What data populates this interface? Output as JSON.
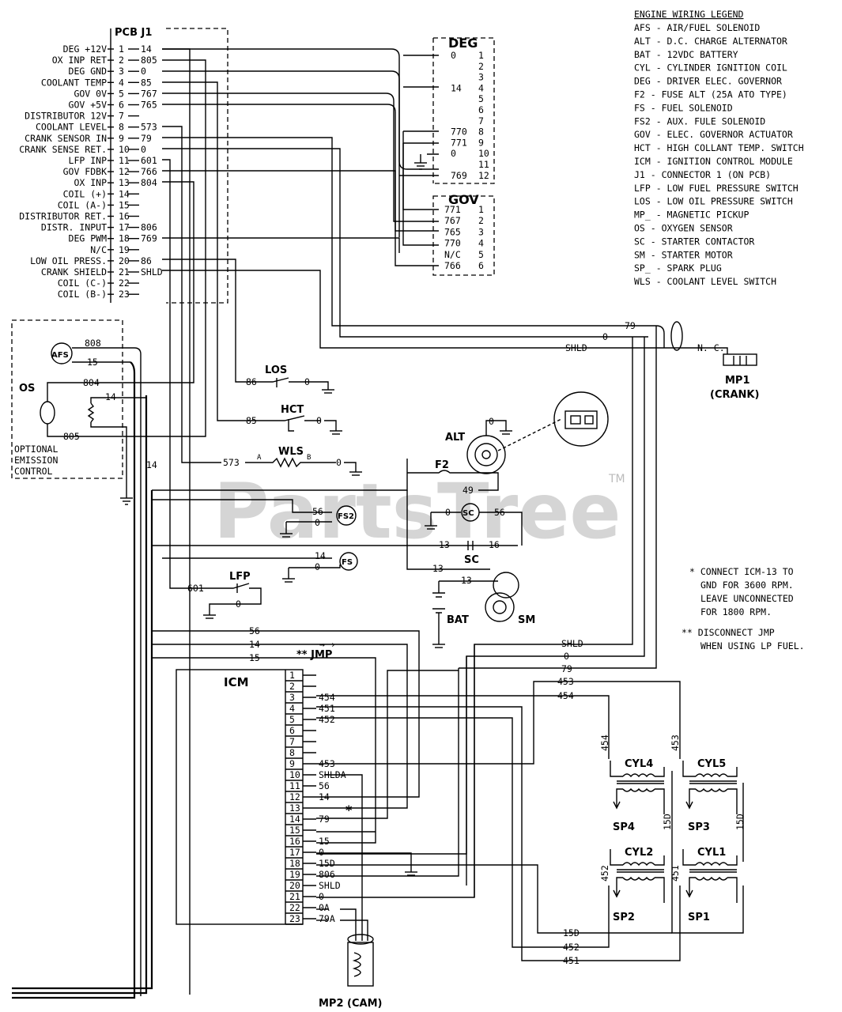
{
  "watermark": {
    "text": "PartsTree",
    "tm": "TM"
  },
  "legend": {
    "title": "ENGINE WIRING LEGEND",
    "items": [
      "AFS - AIR/FUEL SOLENOID",
      "ALT - D.C. CHARGE ALTERNATOR",
      "BAT - 12VDC BATTERY",
      "CYL - CYLINDER IGNITION COIL",
      "DEG - DRIVER ELEC. GOVERNOR",
      "F2 - FUSE ALT (25A ATO TYPE)",
      "FS - FUEL SOLENOID",
      "FS2 - AUX. FULE SOLENOID",
      "GOV - ELEC. GOVERNOR ACTUATOR",
      "HCT - HIGH COLLANT TEMP. SWITCH",
      "ICM - IGNITION CONTROL MODULE",
      "J1 - CONNECTOR 1 (ON PCB)",
      "LFP - LOW FUEL PRESSURE SWITCH",
      "LOS - LOW OIL PRESSURE SWITCH",
      "MP_ - MAGNETIC PICKUP",
      "OS - OXYGEN SENSOR",
      "SC - STARTER CONTACTOR",
      "SM - STARTER MOTOR",
      "SP_ - SPARK PLUG",
      "WLS - COOLANT LEVEL SWITCH"
    ]
  },
  "pcb": {
    "title": "PCB J1",
    "pins": [
      {
        "label": "DEG +12V",
        "num": "1",
        "wire": "14"
      },
      {
        "label": "OX INP RET",
        "num": "2",
        "wire": "805"
      },
      {
        "label": "DEG GND",
        "num": "3",
        "wire": "0"
      },
      {
        "label": "COOLANT TEMP",
        "num": "4",
        "wire": "85"
      },
      {
        "label": "GOV 0V",
        "num": "5",
        "wire": "767"
      },
      {
        "label": "GOV +5V",
        "num": "6",
        "wire": "765"
      },
      {
        "label": "DISTRIBUTOR 12V",
        "num": "7",
        "wire": ""
      },
      {
        "label": "COOLANT LEVEL",
        "num": "8",
        "wire": "573"
      },
      {
        "label": "CRANK SENSOR IN",
        "num": "9",
        "wire": "79"
      },
      {
        "label": "CRANK SENSE RET.",
        "num": "10",
        "wire": "0"
      },
      {
        "label": "LFP INP",
        "num": "11",
        "wire": "601"
      },
      {
        "label": "GOV FDBK",
        "num": "12",
        "wire": "766"
      },
      {
        "label": "OX INP",
        "num": "13",
        "wire": "804"
      },
      {
        "label": "COIL (+)",
        "num": "14",
        "wire": ""
      },
      {
        "label": "COIL (A-)",
        "num": "15",
        "wire": ""
      },
      {
        "label": "DISTRIBUTOR RET.",
        "num": "16",
        "wire": ""
      },
      {
        "label": "DISTR. INPUT",
        "num": "17",
        "wire": "806"
      },
      {
        "label": "DEG PWM",
        "num": "18",
        "wire": "769"
      },
      {
        "label": "N/C",
        "num": "19",
        "wire": ""
      },
      {
        "label": "LOW OIL PRESS.",
        "num": "20",
        "wire": "86"
      },
      {
        "label": "CRANK SHIELD",
        "num": "21",
        "wire": "SHLD"
      },
      {
        "label": "COIL (C-)",
        "num": "22",
        "wire": ""
      },
      {
        "label": "COIL (B-)",
        "num": "23",
        "wire": ""
      }
    ]
  },
  "deg": {
    "title": "DEG",
    "pins": [
      {
        "num": "1",
        "wire": "0"
      },
      {
        "num": "2",
        "wire": ""
      },
      {
        "num": "3",
        "wire": ""
      },
      {
        "num": "4",
        "wire": "14"
      },
      {
        "num": "5",
        "wire": ""
      },
      {
        "num": "6",
        "wire": ""
      },
      {
        "num": "7",
        "wire": ""
      },
      {
        "num": "8",
        "wire": "770"
      },
      {
        "num": "9",
        "wire": "771"
      },
      {
        "num": "10",
        "wire": "0"
      },
      {
        "num": "11",
        "wire": ""
      },
      {
        "num": "12",
        "wire": "769"
      }
    ]
  },
  "gov": {
    "title": "GOV",
    "pins": [
      {
        "num": "1",
        "wire": "771"
      },
      {
        "num": "2",
        "wire": "767"
      },
      {
        "num": "3",
        "wire": "765"
      },
      {
        "num": "4",
        "wire": "770"
      },
      {
        "num": "5",
        "wire": "N/C"
      },
      {
        "num": "6",
        "wire": "766"
      }
    ]
  },
  "icm": {
    "title": "ICM",
    "pins": [
      {
        "num": "1",
        "wire": ""
      },
      {
        "num": "2",
        "wire": ""
      },
      {
        "num": "3",
        "wire": "454"
      },
      {
        "num": "4",
        "wire": "451"
      },
      {
        "num": "5",
        "wire": "452"
      },
      {
        "num": "6",
        "wire": ""
      },
      {
        "num": "7",
        "wire": ""
      },
      {
        "num": "8",
        "wire": ""
      },
      {
        "num": "9",
        "wire": "453"
      },
      {
        "num": "10",
        "wire": "SHLDA"
      },
      {
        "num": "11",
        "wire": "56"
      },
      {
        "num": "12",
        "wire": "14"
      },
      {
        "num": "13",
        "wire": ""
      },
      {
        "num": "14",
        "wire": "79"
      },
      {
        "num": "15",
        "wire": ""
      },
      {
        "num": "16",
        "wire": "15"
      },
      {
        "num": "17",
        "wire": "0"
      },
      {
        "num": "18",
        "wire": "15D"
      },
      {
        "num": "19",
        "wire": "806"
      },
      {
        "num": "20",
        "wire": "SHLD"
      },
      {
        "num": "21",
        "wire": "0"
      },
      {
        "num": "22",
        "wire": "0A"
      },
      {
        "num": "23",
        "wire": "79A"
      }
    ]
  },
  "components": {
    "afs": "AFS",
    "os": "OS",
    "opt1": "OPTIONAL",
    "opt2": "EMISSION",
    "opt3": "CONTROL",
    "los": "LOS",
    "hct": "HCT",
    "wls": "WLS",
    "alt": "ALT",
    "f2": "F2",
    "fs2": "FS2",
    "sc": "SC",
    "fs": "FS",
    "lfp": "LFP",
    "bat": "BAT",
    "sm": "SM",
    "mp1": "MP1",
    "crank": "(CRANK)",
    "mp2": "MP2 (CAM)",
    "jmp": "** JMP",
    "cyl4": "CYL4",
    "cyl5": "CYL5",
    "cyl2": "CYL2",
    "cyl1": "CYL1",
    "sp4": "SP4",
    "sp3": "SP3",
    "sp2": "SP2",
    "sp1": "SP1",
    "nc": "N. C.",
    "wls_a": "A",
    "wls_b": "B",
    "star": "*"
  },
  "wires": {
    "w808": "808",
    "w15": "15",
    "w804": "804",
    "w14": "14",
    "w805": "805",
    "w14b": "14",
    "w86": "86",
    "w0a": "0",
    "w85": "85",
    "w0b": "0",
    "w573": "573",
    "w0c": "0",
    "w79": "79",
    "w0d": "0",
    "wshld": "SHLD",
    "w0alt": "0",
    "w49": "49",
    "w56a": "56",
    "w0fs2": "0",
    "w0sc": "0",
    "w56sc": "56",
    "w13a": "13",
    "w16": "16",
    "w13b": "13",
    "w13c": "13",
    "w14fs": "14",
    "w0fs": "0",
    "w601": "601",
    "w0lfp": "0",
    "w56b": "56",
    "w14c": "14",
    "w15b": "15",
    "rshld": "SHLD",
    "r0": "0",
    "r79": "79",
    "r453": "453",
    "r454": "454",
    "c454": "454",
    "c453": "453",
    "c452": "452",
    "c451": "451",
    "c15d1": "15D",
    "c15d2": "15D",
    "b15d": "15D",
    "b452": "452",
    "b451": "451"
  },
  "notes": {
    "n1a": "* CONNECT ICM-13 TO",
    "n1b": "GND FOR 3600 RPM.",
    "n1c": "LEAVE UNCONNECTED",
    "n1d": "FOR 1800 RPM.",
    "n2a": "** DISCONNECT JMP",
    "n2b": "WHEN USING LP FUEL."
  }
}
